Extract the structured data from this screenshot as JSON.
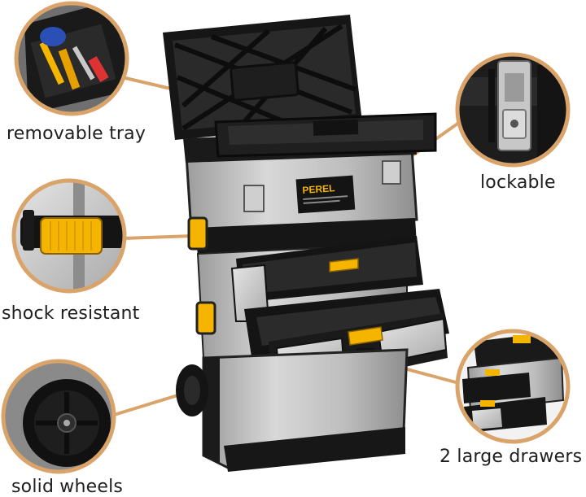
{
  "brand": {
    "logo_text": "PEREL"
  },
  "colors": {
    "accent_ring": "#d9a36a",
    "leader_line": "#d9a36a",
    "body_steel": "#b8b8b8",
    "plastic_black": "#1b1b1b",
    "clip_yellow": "#f5b400"
  },
  "callouts": [
    {
      "id": "tray",
      "label": "removable tray"
    },
    {
      "id": "lock",
      "label": "lockable"
    },
    {
      "id": "shock",
      "label": "shock resistant"
    },
    {
      "id": "wheels",
      "label": "solid wheels"
    },
    {
      "id": "drawers",
      "label": "2 large drawers"
    }
  ]
}
